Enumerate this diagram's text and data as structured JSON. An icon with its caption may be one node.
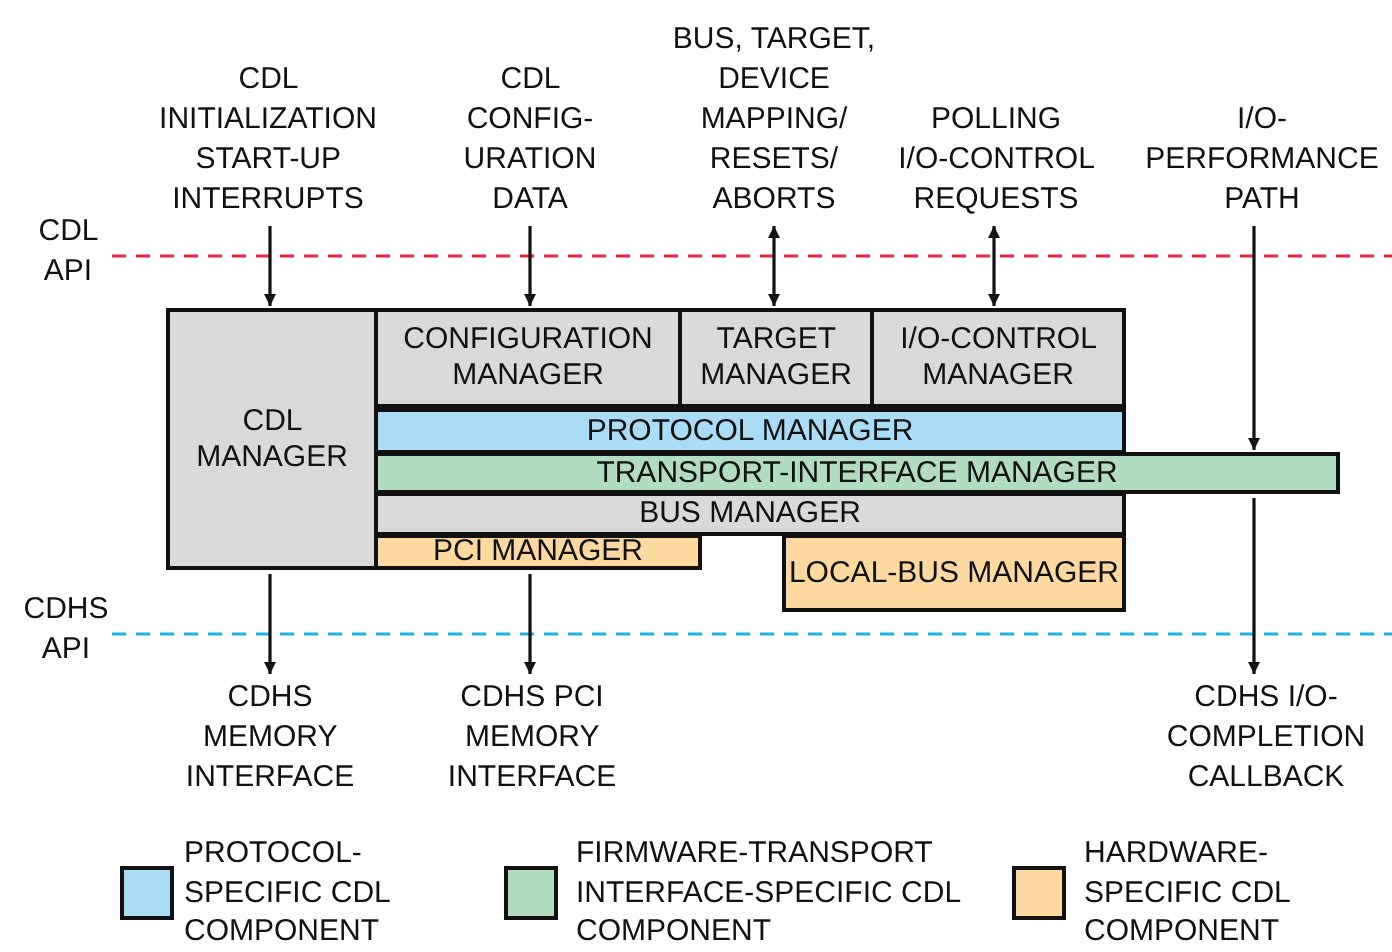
{
  "diagram": {
    "nodes": [
      {
        "text": [
          "CDL INITIALIZATION START-UP INTERRUPTS"
        ]
      },
      {
        "text": [
          "CDL CONFIG- URATION DATA"
        ]
      },
      {
        "text": [
          "BUS, TARGET, DEVICE MAPPING/ RESETS/ ABORTS"
        ]
      },
      {
        "text": [
          "POLLING I/O-CONTROL REQUESTS"
        ]
      },
      {
        "text": [
          "I/O- PERFORMANCE PATH"
        ]
      },
      {
        "text": [
          "CDL MANAGER"
        ]
      },
      {
        "text": [
          "CONFIGURATION MANAGER"
        ]
      },
      {
        "text": [
          "TARGET MANAGER"
        ]
      },
      {
        "text": [
          "I/O-CONTROL MANAGER"
        ]
      },
      {
        "text": [
          "PROTOCOL MANAGER"
        ]
      },
      {
        "text": [
          "TRANSPORT-INTERFACE MANAGER"
        ]
      },
      {
        "text": [
          "BUS MANAGER"
        ]
      },
      {
        "text": [
          "PCI MANAGER"
        ]
      },
      {
        "text": [
          "LOCAL-BUS MANAGER"
        ]
      },
      {
        "text": [
          "CDHS MEMORY INTERFACE"
        ]
      },
      {
        "text": [
          "CDHS PCI MEMORY INTERFACE"
        ]
      },
      {
        "text": [
          "CDHS I/O- COMPLETION CALLBACK"
        ]
      }
    ],
    "edges": [
      {
        "from": 0,
        "to": 5,
        "arrow": "to"
      },
      {
        "from": 1,
        "to": 6,
        "arrow": "to"
      },
      {
        "from": 2,
        "to": 7,
        "arrow": "both"
      },
      {
        "from": 3,
        "to": 8,
        "arrow": "both"
      },
      {
        "from": 4,
        "to": 10,
        "arrow": "to"
      },
      {
        "from": 5,
        "to": 14,
        "arrow": "to"
      },
      {
        "from": 12,
        "to": 15,
        "arrow": "to"
      },
      {
        "from": 10,
        "to": 16,
        "arrow": "to"
      }
    ],
    "labels": [
      "CDL API",
      "CDHS API"
    ],
    "legend": [
      {
        "text": "PROTOCOL- SPECIFIC CDL COMPONENT",
        "color": "#aadcf5"
      },
      {
        "text": "FIRMWARE-TRANSPORT INTERFACE-SPECIFIC CDL COMPONENT",
        "color": "#b2dcc0"
      },
      {
        "text": "HARDWARE- SPECIFIC CDL COMPONENT",
        "color": "#fdd9a0"
      }
    ]
  }
}
